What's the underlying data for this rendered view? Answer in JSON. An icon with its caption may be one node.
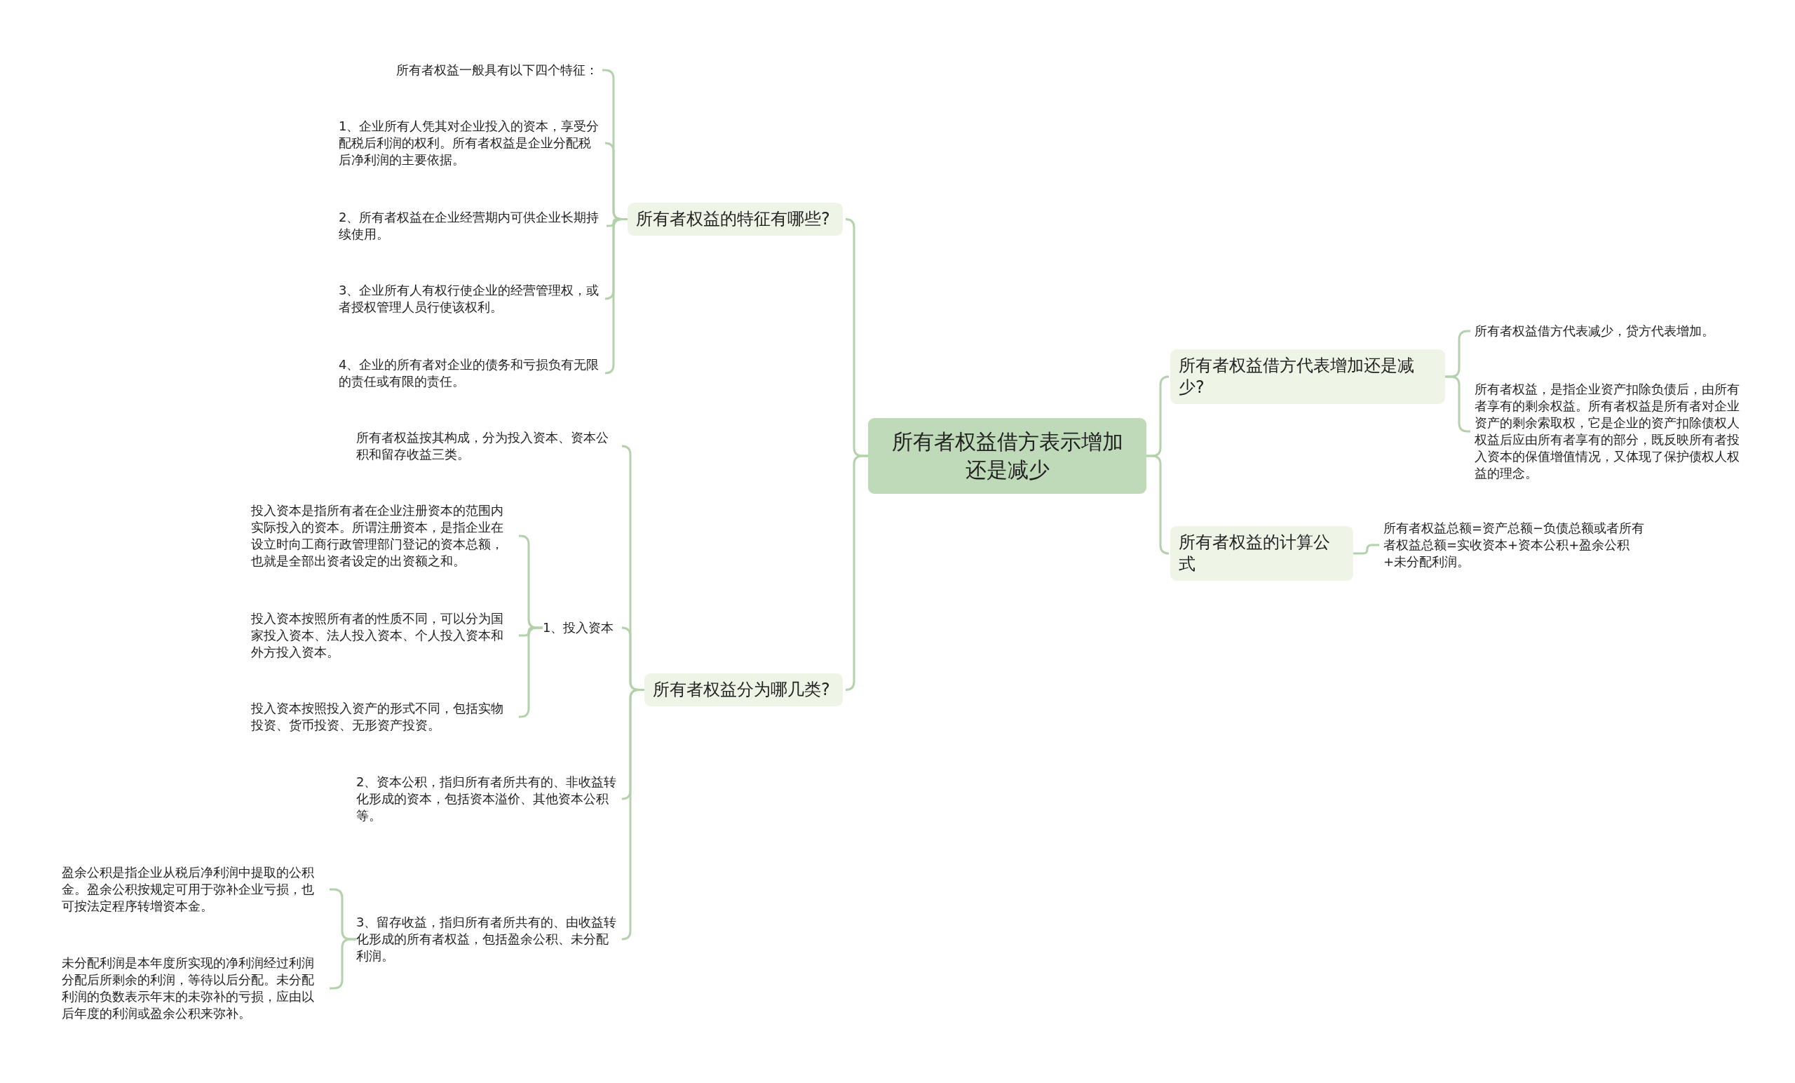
{
  "diagram": {
    "nodes": [
      {
        "text": [
          "所有者权益借方表示增加还是减少"
        ]
      },
      {
        "text": [
          "所有者权益的特征有哪些?"
        ]
      },
      {
        "text": [
          "所有者权益一般具有以下四个特征："
        ]
      },
      {
        "text": [
          "1、企业所有人凭其对企业投入的资本，享受分配税后利润的权利。所有者权益是企业分配税后净利润的主要依据。"
        ]
      },
      {
        "text": [
          "2、所有者权益在企业经营期内可供企业长期持续使用。"
        ]
      },
      {
        "text": [
          "3、企业所有人有权行使企业的经营管理权，或者授权管理人员行使该权利。"
        ]
      },
      {
        "text": [
          "4、企业的所有者对企业的债务和亏损负有无限的责任或有限的责任。"
        ]
      },
      {
        "text": [
          "所有者权益分为哪几类?"
        ]
      },
      {
        "text": [
          "所有者权益按其构成，分为投入资本、资本公积和留存收益三类。"
        ]
      },
      {
        "text": [
          "1、投入资本"
        ]
      },
      {
        "text": [
          "投入资本是指所有者在企业注册资本的范围内实际投入的资本。所谓注册资本，是指企业在设立时向工商行政管理部门登记的资本总额，也就是全部出资者设定的出资额之和。"
        ]
      },
      {
        "text": [
          "投入资本按照所有者的性质不同，可以分为国家投入资本、法人投入资本、个人投入资本和外方投入资本。"
        ]
      },
      {
        "text": [
          "投入资本按照投入资产的形式不同，包括实物投资、货币投资、无形资产投资。"
        ]
      },
      {
        "text": [
          "2、资本公积，指归所有者所共有的、非收益转化形成的资本，包括资本溢价、其他资本公积等。"
        ]
      },
      {
        "text": [
          "3、留存收益，指归所有者所共有的、由收益转化形成的所有者权益，包括盈余公积、未分配利润。"
        ]
      },
      {
        "text": [
          "盈余公积是指企业从税后净利润中提取的公积金。盈余公积按规定可用于弥补企业亏损，也可按法定程序转增资本金。"
        ]
      },
      {
        "text": [
          "未分配利润是本年度所实现的净利润经过利润分配后所剩余的利润，等待以后分配。未分配利润的负数表示年末的未弥补的亏损，应由以后年度的利润或盈余公积来弥补。"
        ]
      },
      {
        "text": [
          "所有者权益借方代表增加还是减少?"
        ]
      },
      {
        "text": [
          "所有者权益借方代表减少，贷方代表增加。"
        ]
      },
      {
        "text": [
          "所有者权益，是指企业资产扣除负债后，由所有者享有的剩余权益。所有者权益是所有者对企业资产的剩余索取权，它是企业的资产扣除债权人权益后应由所有者享有的部分，既反映所有者投入资本的保值增值情况，又体现了保护债权人权益的理念。"
        ]
      },
      {
        "text": [
          "所有者权益的计算公式"
        ]
      },
      {
        "text": [
          "所有者权益总额=资产总额−负债总额或者所有者权益总额=实收资本+资本公积+盈余公积+未分配利润。"
        ]
      }
    ],
    "edges": [
      {
        "from": 0,
        "to": 1,
        "arrow": "none"
      },
      {
        "from": 0,
        "to": 7,
        "arrow": "none"
      },
      {
        "from": 0,
        "to": 17,
        "arrow": "none"
      },
      {
        "from": 0,
        "to": 20,
        "arrow": "none"
      },
      {
        "from": 1,
        "to": 2,
        "arrow": "none"
      },
      {
        "from": 1,
        "to": 3,
        "arrow": "none"
      },
      {
        "from": 1,
        "to": 4,
        "arrow": "none"
      },
      {
        "from": 1,
        "to": 5,
        "arrow": "none"
      },
      {
        "from": 1,
        "to": 6,
        "arrow": "none"
      },
      {
        "from": 7,
        "to": 8,
        "arrow": "none"
      },
      {
        "from": 7,
        "to": 9,
        "arrow": "none"
      },
      {
        "from": 7,
        "to": 13,
        "arrow": "none"
      },
      {
        "from": 7,
        "to": 14,
        "arrow": "none"
      },
      {
        "from": 9,
        "to": 10,
        "arrow": "none"
      },
      {
        "from": 9,
        "to": 11,
        "arrow": "none"
      },
      {
        "from": 9,
        "to": 12,
        "arrow": "none"
      },
      {
        "from": 14,
        "to": 15,
        "arrow": "none"
      },
      {
        "from": 14,
        "to": 16,
        "arrow": "none"
      },
      {
        "from": 17,
        "to": 18,
        "arrow": "none"
      },
      {
        "from": 17,
        "to": 19,
        "arrow": "none"
      },
      {
        "from": 20,
        "to": 21,
        "arrow": "none"
      }
    ]
  }
}
